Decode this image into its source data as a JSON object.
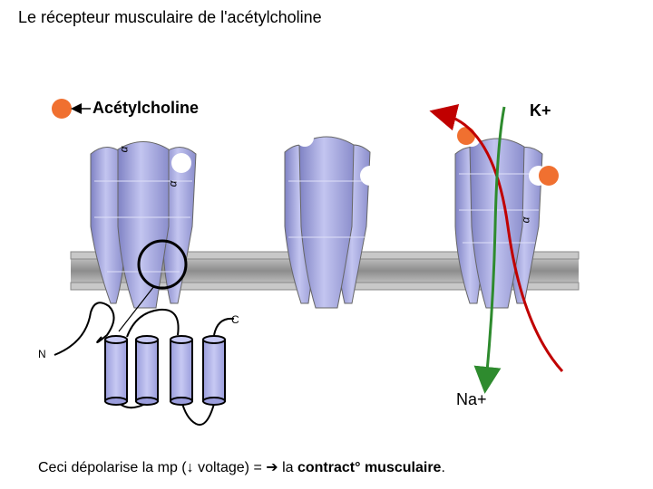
{
  "title": "Le récepteur musculaire de l'acétylcholine",
  "labels": {
    "acetylcholine": "Acétylcholine",
    "potassium": "K+",
    "sodium": "Na+",
    "c_terminus": "C",
    "n_terminus": "N",
    "alpha": "α"
  },
  "caption": {
    "part1": "Ceci dépolarise la mp (",
    "arrow_down": "↓",
    "part2": " voltage) = ",
    "arrow_right": "➔",
    "part3": " la ",
    "bold1": "contract° musculaire",
    "part4": "."
  },
  "colors": {
    "ligand": "#f07030",
    "receptor": "#aeb0e4",
    "receptor_dark": "#7f82c4",
    "k_arrow": "#c00000",
    "na_arrow": "#2e8b2e",
    "membrane": "#9a9a9a"
  }
}
